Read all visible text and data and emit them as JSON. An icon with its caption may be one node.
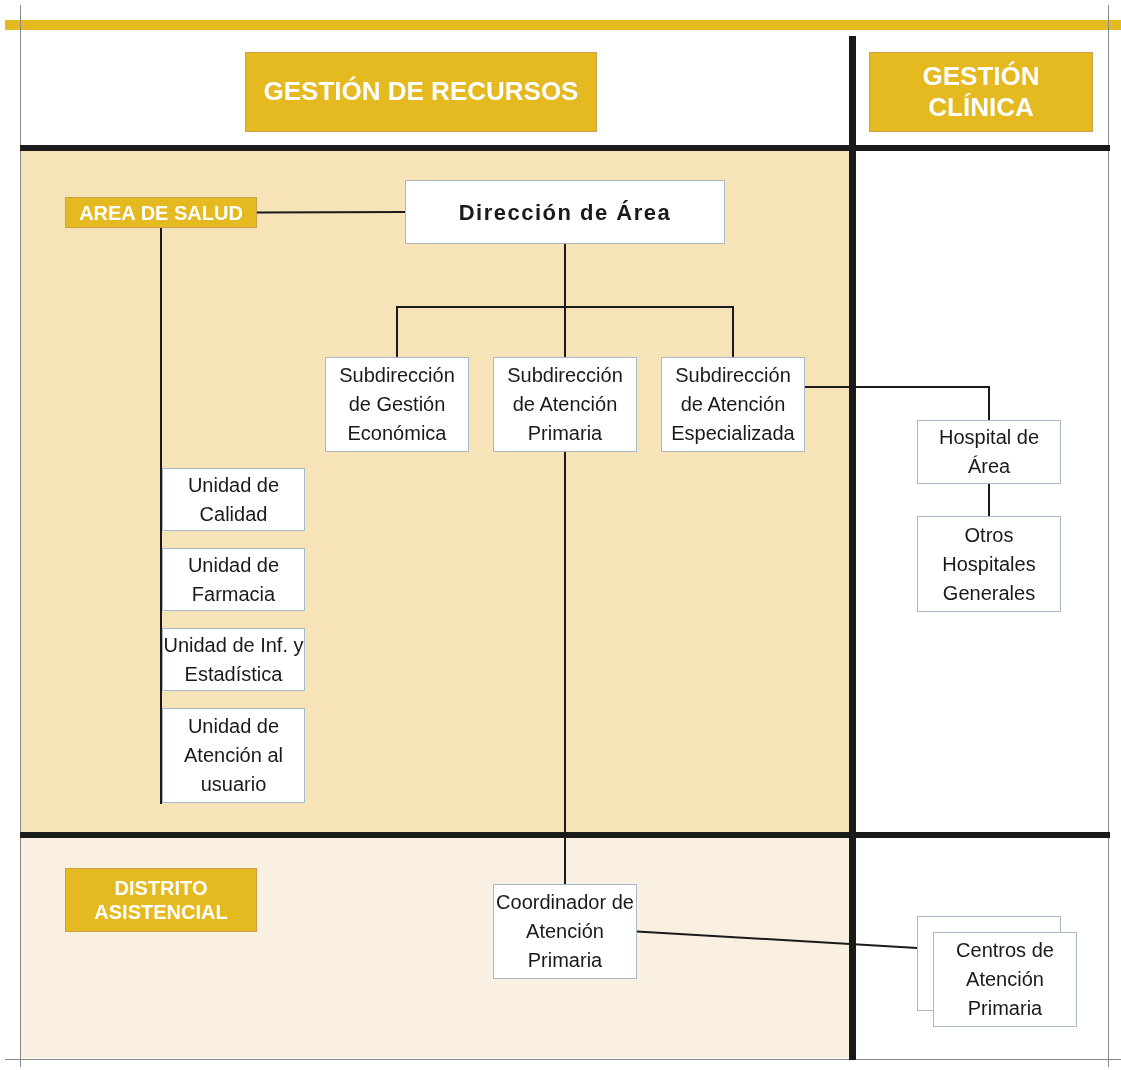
{
  "diagram": {
    "nodes": [
      {
        "text": [
          "GESTIÓN DE RECURSOS"
        ]
      },
      {
        "text": [
          "GESTIÓN CLÍNICA"
        ]
      },
      {
        "text": [
          "AREA DE SALUD"
        ]
      },
      {
        "text": [
          "Dirección de Área"
        ]
      },
      {
        "text": [
          "Subdirección de Gestión Económica"
        ]
      },
      {
        "text": [
          "Subdirección de Atención Primaria"
        ]
      },
      {
        "text": [
          "Subdirección de Atención Especializada"
        ]
      },
      {
        "text": [
          "Unidad de Calidad"
        ]
      },
      {
        "text": [
          "Unidad de Farmacia"
        ]
      },
      {
        "text": [
          "Unidad de Inf. y Estadística"
        ]
      },
      {
        "text": [
          "Unidad de Atención al usuario"
        ]
      },
      {
        "text": [
          "Hospital de Área"
        ]
      },
      {
        "text": [
          "Otros Hospitales Generales"
        ]
      },
      {
        "text": [
          "DISTRITO ASISTENCIAL"
        ]
      },
      {
        "text": [
          "Coordinador de Atención Primaria"
        ]
      },
      {
        "text": [
          "Centros de Atención Primaria"
        ]
      }
    ],
    "edges": [
      {
        "from": 2,
        "to": 3,
        "arrow": "none"
      },
      {
        "from": 3,
        "to": 4,
        "arrow": "none"
      },
      {
        "from": 3,
        "to": 5,
        "arrow": "none"
      },
      {
        "from": 3,
        "to": 6,
        "arrow": "none"
      },
      {
        "from": 2,
        "to": 7,
        "arrow": "none"
      },
      {
        "from": 2,
        "to": 8,
        "arrow": "none"
      },
      {
        "from": 2,
        "to": 9,
        "arrow": "none"
      },
      {
        "from": 2,
        "to": 10,
        "arrow": "none"
      },
      {
        "from": 6,
        "to": 11,
        "arrow": "none"
      },
      {
        "from": 11,
        "to": 12,
        "arrow": "none"
      },
      {
        "from": 5,
        "to": 14,
        "arrow": "none"
      },
      {
        "from": 14,
        "to": 15,
        "arrow": "none"
      }
    ]
  }
}
